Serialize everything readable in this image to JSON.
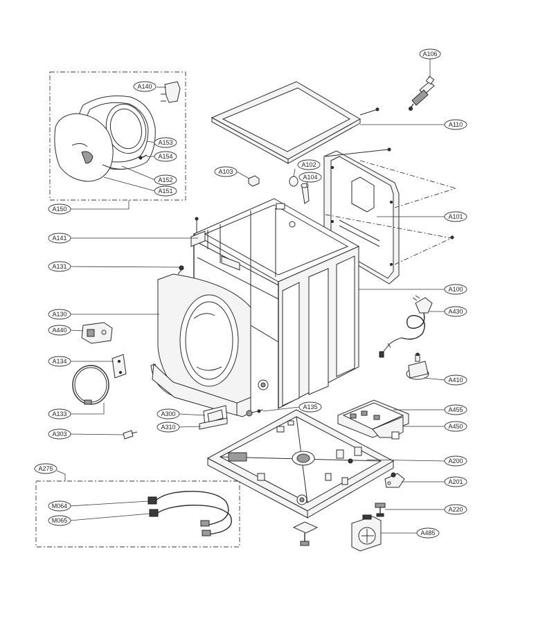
{
  "diagram": {
    "colors": {
      "line": "#2a2a2a",
      "background": "#ffffff",
      "callout_border": "#333333"
    },
    "callouts": [
      {
        "id": "A106",
        "label": "A106"
      },
      {
        "id": "A110",
        "label": "A110"
      },
      {
        "id": "A140",
        "label": "A140"
      },
      {
        "id": "A153",
        "label": "A153"
      },
      {
        "id": "A154",
        "label": "A154"
      },
      {
        "id": "A152",
        "label": "A152"
      },
      {
        "id": "A151",
        "label": "A151"
      },
      {
        "id": "A150",
        "label": "A150"
      },
      {
        "id": "A103",
        "label": "A103"
      },
      {
        "id": "A102",
        "label": "A102"
      },
      {
        "id": "A104",
        "label": "A104"
      },
      {
        "id": "A101",
        "label": "A101"
      },
      {
        "id": "A141",
        "label": "A141"
      },
      {
        "id": "A131",
        "label": "A131"
      },
      {
        "id": "A100",
        "label": "A100"
      },
      {
        "id": "A130",
        "label": "A130"
      },
      {
        "id": "A430",
        "label": "A430"
      },
      {
        "id": "A440",
        "label": "A440"
      },
      {
        "id": "A134",
        "label": "A134"
      },
      {
        "id": "A410",
        "label": "A410"
      },
      {
        "id": "A135",
        "label": "A135"
      },
      {
        "id": "A455",
        "label": "A455"
      },
      {
        "id": "A133",
        "label": "A133"
      },
      {
        "id": "A300",
        "label": "A300"
      },
      {
        "id": "A310",
        "label": "A310"
      },
      {
        "id": "A450",
        "label": "A450"
      },
      {
        "id": "A303",
        "label": "A303"
      },
      {
        "id": "A200",
        "label": "A200"
      },
      {
        "id": "A275",
        "label": "A275"
      },
      {
        "id": "A201",
        "label": "A201"
      },
      {
        "id": "M064",
        "label": "M064"
      },
      {
        "id": "A220",
        "label": "A220"
      },
      {
        "id": "M065",
        "label": "M065"
      },
      {
        "id": "A485",
        "label": "A485"
      }
    ]
  }
}
